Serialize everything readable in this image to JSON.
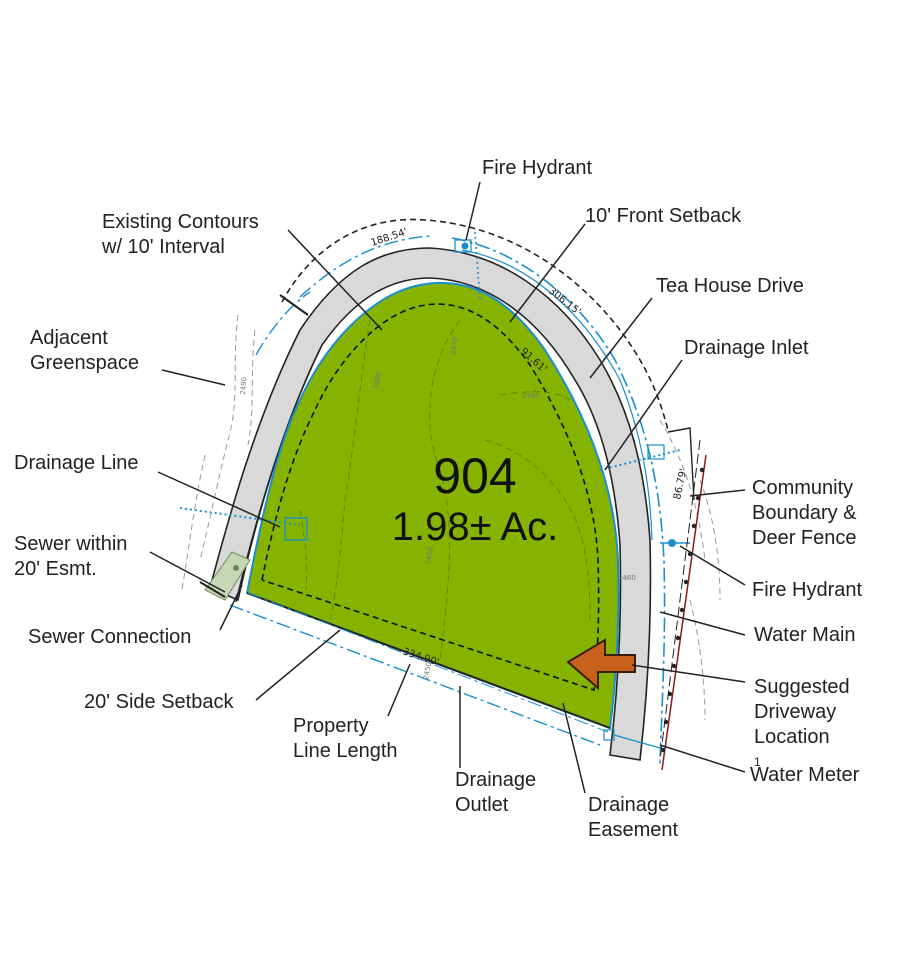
{
  "lot": {
    "number": "904",
    "area": "1.98± Ac.",
    "fill_color": "#85b300"
  },
  "colors": {
    "road": "#d9d9d9",
    "utility_blue": "#1a8fd0",
    "arrow_orange": "#c8611c",
    "fence_red": "#8b1a1a"
  },
  "dimensions": {
    "d1": "188.54'",
    "d2": "306.15'",
    "d3": "91.61'",
    "d4": "86.79'",
    "d5": "334.90'"
  },
  "contours": {
    "c1": "2490",
    "c2": "2480",
    "c3": "2470",
    "c4": "2460",
    "c5": "2450",
    "c6": "2450",
    "c7": "2460"
  },
  "labels": {
    "fire_hydrant_top": "Fire Hydrant",
    "existing_contours_1": "Existing Contours",
    "existing_contours_2": "w/ 10' Interval",
    "front_setback": "10' Front Setback",
    "tea_house_drive": "Tea House Drive",
    "adjacent_greenspace_1": "Adjacent",
    "adjacent_greenspace_2": "Greenspace",
    "drainage_inlet": "Drainage Inlet",
    "drainage_line": "Drainage Line",
    "community_boundary_1": "Community",
    "community_boundary_2": "Boundary &",
    "community_boundary_3": "Deer Fence",
    "sewer_esmt_1": "Sewer within",
    "sewer_esmt_2": "20' Esmt.",
    "fire_hydrant_right": "Fire Hydrant",
    "sewer_connection": "Sewer Connection",
    "water_main": "Water Main",
    "side_setback": "20' Side Setback",
    "suggested_driveway_1": "Suggested",
    "suggested_driveway_2": "Driveway",
    "suggested_driveway_3": "Location",
    "suggested_driveway_note": "1",
    "property_line_1": "Property",
    "property_line_2": "Line Length",
    "water_meter": "Water Meter",
    "drainage_outlet_1": "Drainage",
    "drainage_outlet_2": "Outlet",
    "drainage_easement_1": "Drainage",
    "drainage_easement_2": "Easement"
  }
}
